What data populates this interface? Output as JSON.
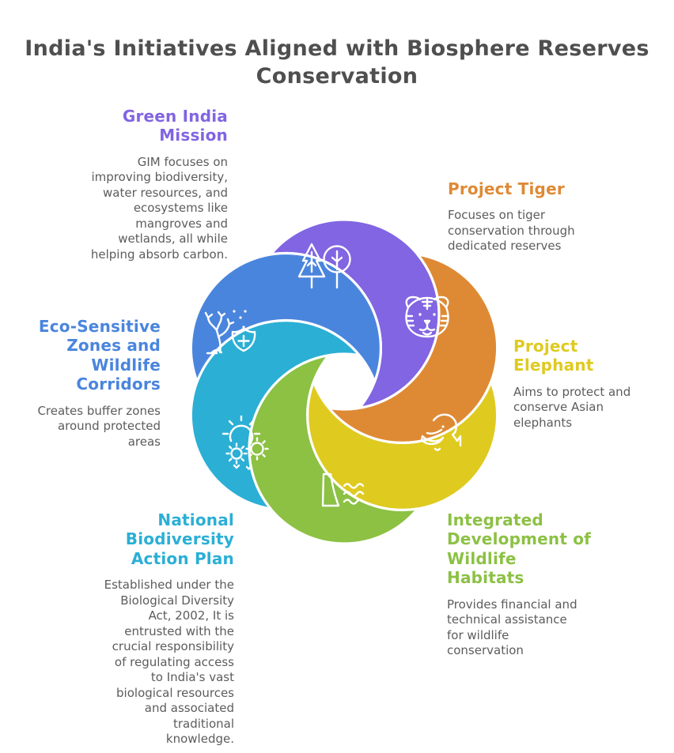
{
  "title": "India's Initiatives Aligned with Biosphere Reserves\nConservation",
  "title_color": "#4f4f4f",
  "body_text_color": "#5c5c5c",
  "background_color": "#ffffff",
  "blade_outline_color": "#ffffff",
  "icon_color": "#ffffff",
  "initiatives": [
    {
      "id": "green-india-mission",
      "heading": "Green India\nMission",
      "description": "GIM focuses on\nimproving biodiversity,\nwater resources, and\necosystems like\nmangroves and\nwetlands, all while\nhelping absorb carbon.",
      "color": "#8165e2",
      "icon": "trees-icon",
      "position": "top-left"
    },
    {
      "id": "project-tiger",
      "heading": "Project Tiger",
      "description": "Focuses on tiger\nconservation through\ndedicated reserves",
      "color": "#de8a35",
      "icon": "tiger-face-icon",
      "position": "top-right"
    },
    {
      "id": "project-elephant",
      "heading": "Project\nElephant",
      "description": "Aims to protect and\nconserve Asian\nelephants",
      "color": "#dfca20",
      "icon": "elephant-icon",
      "position": "right"
    },
    {
      "id": "integrated-development-wildlife-habitats",
      "heading": "Integrated\nDevelopment of\nWildlife\nHabitats",
      "description": "Provides financial and\ntechnical assistance\nfor wildlife\nconservation",
      "color": "#8cc144",
      "icon": "dam-water-icon",
      "position": "bottom-right"
    },
    {
      "id": "national-biodiversity-action-plan",
      "heading": "National\nBiodiversity\nAction Plan",
      "description": "Established under the\nBiological Diversity\nAct, 2002, It is\nentrusted with the\ncrucial responsibility\nof regulating access\nto India's vast\nbiological resources\nand associated\ntraditional\nknowledge.",
      "color": "#2bafd5",
      "icon": "sun-ecosystem-icon",
      "position": "bottom-left"
    },
    {
      "id": "eco-sensitive-zones-wildlife-corridors",
      "heading": "Eco-Sensitive\nZones and\nWildlife\nCorridors",
      "description": "Creates buffer zones\naround protected\nareas",
      "color": "#4a85dd",
      "icon": "coral-shield-icon",
      "position": "left"
    }
  ]
}
